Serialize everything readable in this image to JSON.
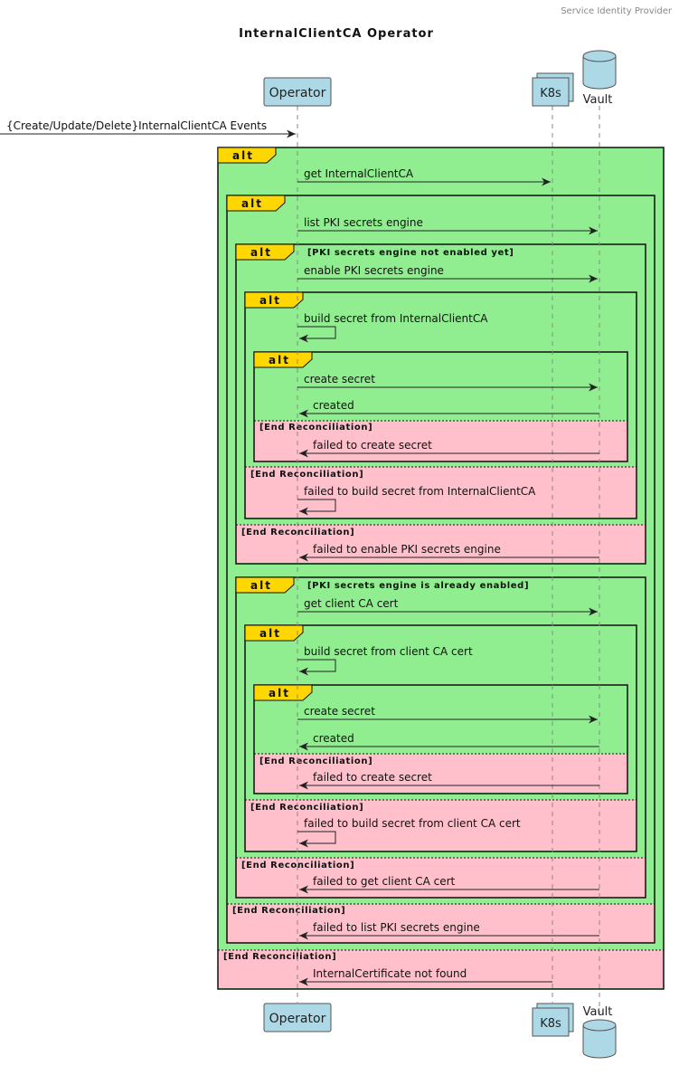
{
  "header": "Service Identity Provider",
  "title": "InternalClientCA Operator",
  "participants": {
    "operator": "Operator",
    "k8s": "K8s",
    "vault": "Vault"
  },
  "fragments": {
    "alt_keyword": "alt",
    "else_label": "[End Reconciliation]",
    "guard_not_enabled": "[PKI secrets engine not enabled yet]",
    "guard_enabled": "[PKI secrets engine is already enabled]"
  },
  "messages": {
    "events": "{Create/Update/Delete}InternalClientCA Events",
    "get_ca": "get InternalClientCA",
    "list_pki": "list PKI secrets engine",
    "enable_pki": "enable PKI secrets engine",
    "build_secret_ca": "build secret from InternalClientCA",
    "create_secret": "create secret",
    "created": "created",
    "failed_create_secret": "failed to create secret",
    "failed_build_ca": "failed to build secret from InternalClientCA",
    "failed_enable_pki": "failed to enable PKI secrets engine",
    "get_client_cert": "get client CA cert",
    "build_secret_cert": "build secret from client CA cert",
    "failed_build_cert": "failed to build secret from client CA cert",
    "failed_get_cert": "failed to get client CA cert",
    "failed_list_pki": "failed to list PKI secrets engine",
    "not_found": "InternalCertificate not found"
  },
  "colors": {
    "fragment_fill": "#90ee90",
    "else_fill": "#ffc0cb",
    "tab_fill": "#ffd700",
    "participant_fill": "#add8e6"
  }
}
